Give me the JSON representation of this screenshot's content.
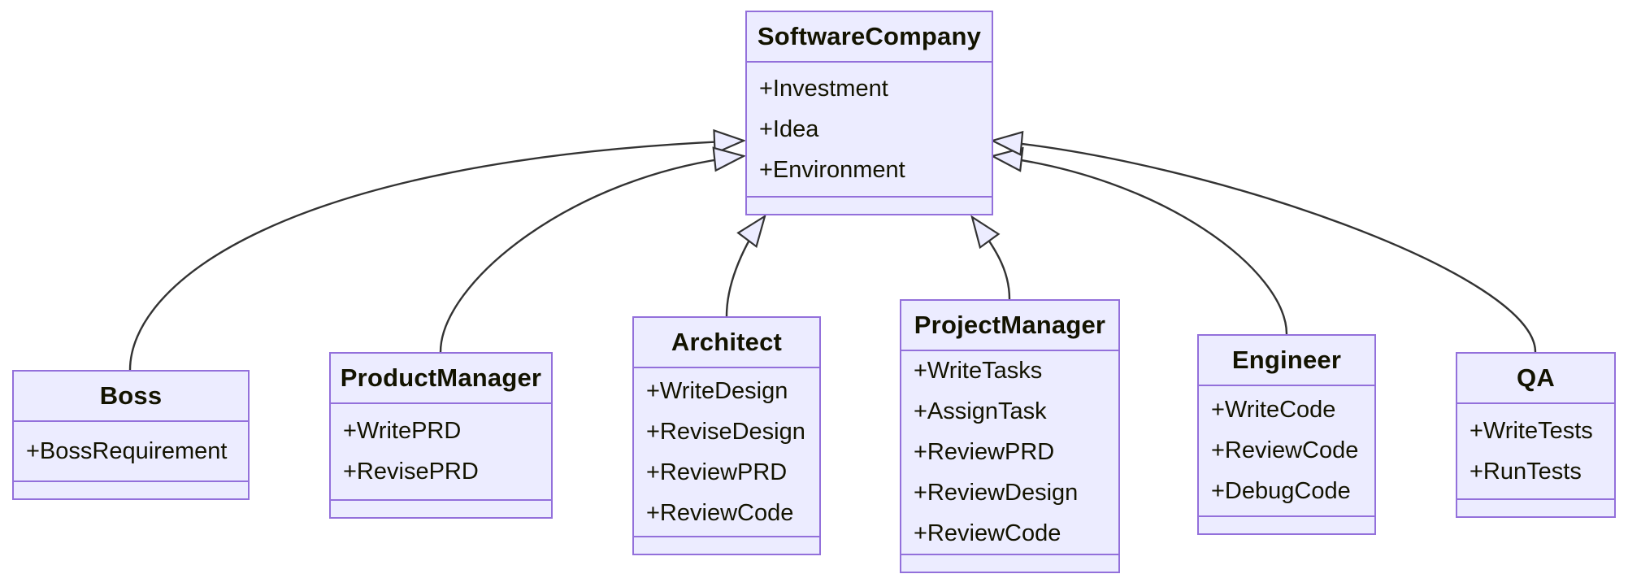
{
  "diagram": {
    "kind": "uml-class-diagram",
    "colors": {
      "node_fill": "#ECECFF",
      "node_border": "#9370DB",
      "edge_stroke": "#333333",
      "arrowhead_fill": "#ECECFF",
      "text": "#131300",
      "background": "#ffffff"
    },
    "classes": [
      {
        "name": "SoftwareCompany",
        "attributes": [
          "+Investment",
          "+Idea",
          "+Environment"
        ],
        "methods": []
      },
      {
        "name": "Boss",
        "attributes": [
          "+BossRequirement"
        ],
        "methods": []
      },
      {
        "name": "ProductManager",
        "attributes": [
          "+WritePRD",
          "+RevisePRD"
        ],
        "methods": []
      },
      {
        "name": "Architect",
        "attributes": [
          "+WriteDesign",
          "+ReviseDesign",
          "+ReviewPRD",
          "+ReviewCode"
        ],
        "methods": []
      },
      {
        "name": "ProjectManager",
        "attributes": [
          "+WriteTasks",
          "+AssignTask",
          "+ReviewPRD",
          "+ReviewDesign",
          "+ReviewCode"
        ],
        "methods": []
      },
      {
        "name": "Engineer",
        "attributes": [
          "+WriteCode",
          "+ReviewCode",
          "+DebugCode"
        ],
        "methods": []
      },
      {
        "name": "QA",
        "attributes": [
          "+WriteTests",
          "+RunTests"
        ],
        "methods": []
      }
    ],
    "relations": [
      {
        "from": "Boss",
        "to": "SoftwareCompany",
        "type": "inheritance"
      },
      {
        "from": "ProductManager",
        "to": "SoftwareCompany",
        "type": "inheritance"
      },
      {
        "from": "Architect",
        "to": "SoftwareCompany",
        "type": "inheritance"
      },
      {
        "from": "ProjectManager",
        "to": "SoftwareCompany",
        "type": "inheritance"
      },
      {
        "from": "Engineer",
        "to": "SoftwareCompany",
        "type": "inheritance"
      },
      {
        "from": "QA",
        "to": "SoftwareCompany",
        "type": "inheritance"
      }
    ]
  }
}
